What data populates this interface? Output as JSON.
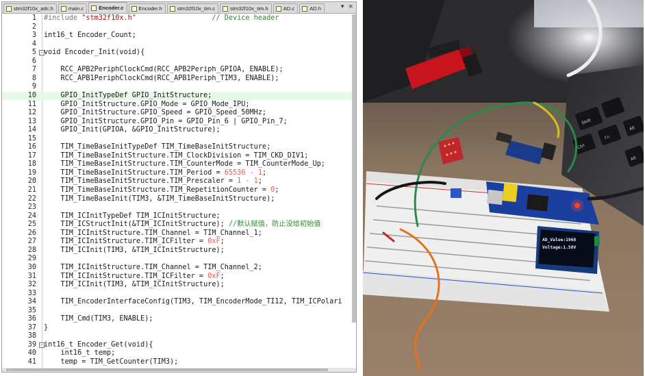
{
  "editor": {
    "tabs": [
      {
        "label": "stm32f10x_adc.h",
        "icon": "h-file-icon",
        "active": false
      },
      {
        "label": "main.c",
        "icon": "c-file-icon",
        "active": false
      },
      {
        "label": "Encoder.c",
        "icon": "c-file-icon",
        "active": true
      },
      {
        "label": "Encoder.h",
        "icon": "h-file-icon",
        "active": false
      },
      {
        "label": "stm32f10x_tim.c",
        "icon": "c-file-icon",
        "active": false
      },
      {
        "label": "stm32f10x_tim.h",
        "icon": "h-file-icon",
        "active": false
      },
      {
        "label": "AD.c",
        "icon": "c-file-icon",
        "active": false
      },
      {
        "label": "AD.h",
        "icon": "h-file-icon",
        "active": false
      }
    ],
    "tab_controls": [
      "▾",
      "×"
    ],
    "highlighted_line": 10,
    "lines": [
      {
        "n": "1",
        "fold": "",
        "segs": [
          [
            "pp",
            "#include "
          ],
          [
            "str",
            "\"stm32f10x.h\""
          ],
          [
            "",
            "                  "
          ],
          [
            "cmt",
            "// Device header"
          ]
        ]
      },
      {
        "n": "2",
        "fold": "",
        "segs": [
          [
            "",
            ""
          ]
        ]
      },
      {
        "n": "3",
        "fold": "",
        "segs": [
          [
            "",
            "int16_t Encoder_Count;"
          ]
        ]
      },
      {
        "n": "4",
        "fold": "",
        "segs": [
          [
            "",
            ""
          ]
        ]
      },
      {
        "n": "5",
        "fold": "−",
        "segs": [
          [
            "",
            "void Encoder_Init(void){"
          ]
        ]
      },
      {
        "n": "6",
        "fold": "",
        "segs": [
          [
            "",
            ""
          ]
        ]
      },
      {
        "n": "7",
        "fold": "",
        "segs": [
          [
            "",
            "    RCC_APB2PeriphClockCmd(RCC_APB2Periph_GPIOA, ENABLE);"
          ]
        ]
      },
      {
        "n": "8",
        "fold": "",
        "segs": [
          [
            "",
            "    RCC_APB1PeriphClockCmd(RCC_APB1Periph_TIM3, ENABLE);"
          ]
        ]
      },
      {
        "n": "9",
        "fold": "",
        "segs": [
          [
            "",
            ""
          ]
        ]
      },
      {
        "n": "10",
        "fold": "",
        "segs": [
          [
            "",
            "    GPIO_InitTypeDef GPIO_InitStructure;"
          ]
        ]
      },
      {
        "n": "11",
        "fold": "",
        "segs": [
          [
            "",
            "    GPIO_InitStructure.GPIO_Mode = GPIO_Mode_IPU;"
          ]
        ]
      },
      {
        "n": "12",
        "fold": "",
        "segs": [
          [
            "",
            "    GPIO_InitStructure.GPIO_Speed = GPIO_Speed_50MHz;"
          ]
        ]
      },
      {
        "n": "13",
        "fold": "",
        "segs": [
          [
            "",
            "    GPIO_InitStructure.GPIO_Pin = GPIO_Pin_6 | GPIO_Pin_7;"
          ]
        ]
      },
      {
        "n": "14",
        "fold": "",
        "segs": [
          [
            "",
            "    GPIO_Init(GPIOA, &GPIO_InitStructure);"
          ]
        ]
      },
      {
        "n": "15",
        "fold": "",
        "segs": [
          [
            "",
            ""
          ]
        ]
      },
      {
        "n": "16",
        "fold": "",
        "segs": [
          [
            "",
            "    TIM_TimeBaseInitTypeDef TIM_TimeBaseInitStructure;"
          ]
        ]
      },
      {
        "n": "17",
        "fold": "",
        "segs": [
          [
            "",
            "    TIM_TimeBaseInitStructure.TIM_ClockDivision = TIM_CKD_DIV1;"
          ]
        ]
      },
      {
        "n": "18",
        "fold": "",
        "segs": [
          [
            "",
            "    TIM_TimeBaseInitStructure.TIM_CounterMode = TIM_CounterMode_Up;"
          ]
        ]
      },
      {
        "n": "19",
        "fold": "",
        "segs": [
          [
            "",
            "    TIM_TimeBaseInitStructure.TIM_Period = "
          ],
          [
            "num",
            "65536 - 1"
          ],
          [
            "",
            ";"
          ]
        ]
      },
      {
        "n": "20",
        "fold": "",
        "segs": [
          [
            "",
            "    TIM_TimeBaseInitStructure.TIM_Prescaler = "
          ],
          [
            "num",
            "1 - 1"
          ],
          [
            "",
            ";"
          ]
        ]
      },
      {
        "n": "21",
        "fold": "",
        "segs": [
          [
            "",
            "    TIM_TimeBaseInitStructure.TIM_RepetitionCounter = "
          ],
          [
            "num",
            "0"
          ],
          [
            "",
            ";"
          ]
        ]
      },
      {
        "n": "22",
        "fold": "",
        "segs": [
          [
            "",
            "    TIM_TimeBaseInit(TIM3, &TIM_TimeBaseInitStructure);"
          ]
        ]
      },
      {
        "n": "23",
        "fold": "",
        "segs": [
          [
            "",
            ""
          ]
        ]
      },
      {
        "n": "24",
        "fold": "",
        "segs": [
          [
            "",
            "    TIM_ICInitTypeDef TIM_ICInitStructure;"
          ]
        ]
      },
      {
        "n": "25",
        "fold": "",
        "segs": [
          [
            "",
            "    TIM_ICStructInit(&TIM_ICInitStructure); "
          ],
          [
            "cmt",
            "//默认赋值，防止没给初始值"
          ]
        ]
      },
      {
        "n": "26",
        "fold": "",
        "segs": [
          [
            "",
            "    TIM_ICInitStructure.TIM_Channel = TIM_Channel_1;"
          ]
        ]
      },
      {
        "n": "27",
        "fold": "",
        "segs": [
          [
            "",
            "    TIM_ICInitStructure.TIM_ICFilter = "
          ],
          [
            "num",
            "0xF"
          ],
          [
            "",
            ";"
          ]
        ]
      },
      {
        "n": "28",
        "fold": "",
        "segs": [
          [
            "",
            "    TIM_ICInit(TIM3, &TIM_ICInitStructure);"
          ]
        ]
      },
      {
        "n": "29",
        "fold": "",
        "segs": [
          [
            "",
            ""
          ]
        ]
      },
      {
        "n": "30",
        "fold": "",
        "segs": [
          [
            "",
            "    TIM_ICInitStructure.TIM_Channel = TIM_Channel_2;"
          ]
        ]
      },
      {
        "n": "31",
        "fold": "",
        "segs": [
          [
            "",
            "    TIM_ICInitStructure.TIM_ICFilter = "
          ],
          [
            "num",
            "0xF"
          ],
          [
            "",
            ";"
          ]
        ]
      },
      {
        "n": "32",
        "fold": "",
        "segs": [
          [
            "",
            "    TIM_ICInit(TIM3, &TIM_ICInitStructure);"
          ]
        ]
      },
      {
        "n": "33",
        "fold": "",
        "segs": [
          [
            "",
            ""
          ]
        ]
      },
      {
        "n": "34",
        "fold": "",
        "segs": [
          [
            "",
            "    TIM_EncoderInterfaceConfig(TIM3, TIM_EncoderMode_TI12, TIM_ICPolari"
          ]
        ]
      },
      {
        "n": "35",
        "fold": "",
        "segs": [
          [
            "",
            ""
          ]
        ]
      },
      {
        "n": "36",
        "fold": "",
        "segs": [
          [
            "",
            "    TIM_Cmd(TIM3, ENABLE);"
          ]
        ]
      },
      {
        "n": "37",
        "fold": "",
        "segs": [
          [
            "",
            "}"
          ]
        ]
      },
      {
        "n": "38",
        "fold": "",
        "segs": [
          [
            "",
            ""
          ]
        ]
      },
      {
        "n": "39",
        "fold": "−",
        "segs": [
          [
            "",
            "int16_t Encoder_Get(void){"
          ]
        ]
      },
      {
        "n": "40",
        "fold": "",
        "segs": [
          [
            "",
            "    int16_t temp;"
          ]
        ]
      },
      {
        "n": "41",
        "fold": "",
        "segs": [
          [
            "",
            "    temp = TIM_GetCounter(TIM3);"
          ]
        ]
      }
    ],
    "colors": {
      "preprocessor": "#7a7a7a",
      "string": "#a31515",
      "comment": "#2e8b2e",
      "number": "#ee5a5a",
      "line_highlight": "#e6f8e6"
    }
  },
  "photo": {
    "oled_line1": "AD_Value:1968",
    "oled_line2": "Voltage:1.58V",
    "keyboard_keys": [
      "Shift",
      "Ctrl",
      "Fn",
      "Alt",
      "Alt"
    ]
  }
}
